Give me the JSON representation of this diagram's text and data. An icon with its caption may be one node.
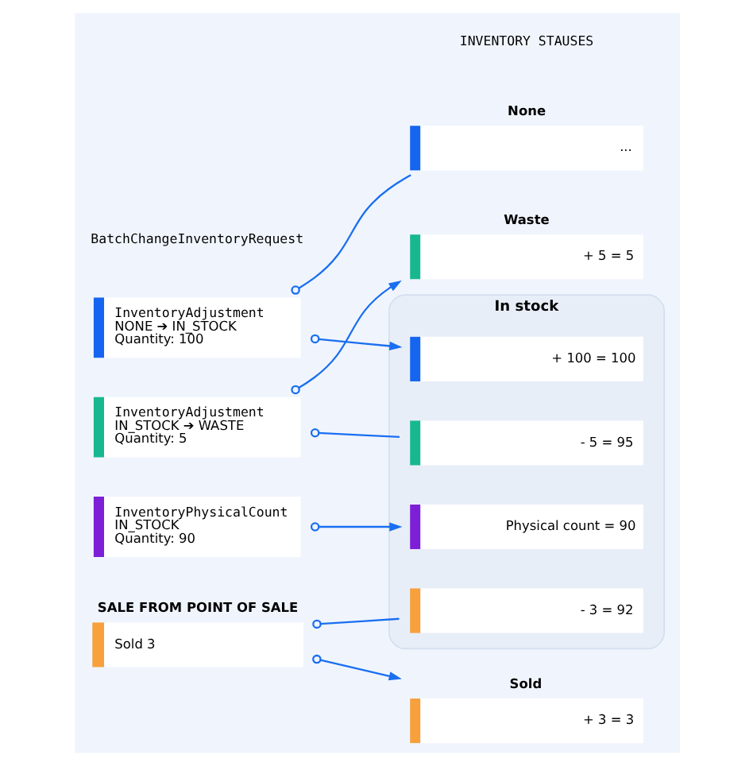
{
  "diagram": {
    "nodes": [
      {
        "text": [
          "InventoryAdjustment",
          "NONE ➔ IN_STOCK",
          "Quantity: 100"
        ]
      },
      {
        "text": [
          "InventoryAdjustment",
          "IN_STOCK ➔ WASTE",
          "Quantity: 5"
        ]
      },
      {
        "text": [
          "InventoryPhysicalCount",
          "IN_STOCK",
          "Quantity: 90"
        ]
      },
      {
        "text": [
          "None",
          "..."
        ]
      },
      {
        "text": [
          "In stock"
        ]
      },
      {
        "text": [
          "+ 100 = 100"
        ],
        "in": 4
      },
      {
        "text": [
          "- 5 = 95"
        ],
        "in": 4
      },
      {
        "text": [
          "- 3 = 92"
        ],
        "in": 4
      },
      {
        "text": [
          "Physical count = 90"
        ],
        "in": 4
      },
      {
        "text": [
          "Waste",
          "+ 5 = 5"
        ]
      },
      {
        "text": [
          "Sold",
          "+ 3 = 3"
        ]
      },
      {
        "text": [
          "SALE FROM POINT OF SALE",
          "Sold 3"
        ]
      }
    ],
    "edges": [
      {
        "from": 0,
        "to": 3,
        "arrow": "other"
      },
      {
        "from": 0,
        "to": 5,
        "arrow": "to"
      },
      {
        "from": 1,
        "to": 6,
        "arrow": "other"
      },
      {
        "from": 1,
        "to": 9,
        "arrow": "to"
      },
      {
        "from": 2,
        "to": 8,
        "arrow": "to"
      },
      {
        "from": 11,
        "to": 7,
        "arrow": "other"
      },
      {
        "from": 11,
        "to": 10,
        "arrow": "to"
      }
    ],
    "labels": [
      "BatchChangeInventoryRequest",
      "INVENTORY STAUSES"
    ]
  }
}
